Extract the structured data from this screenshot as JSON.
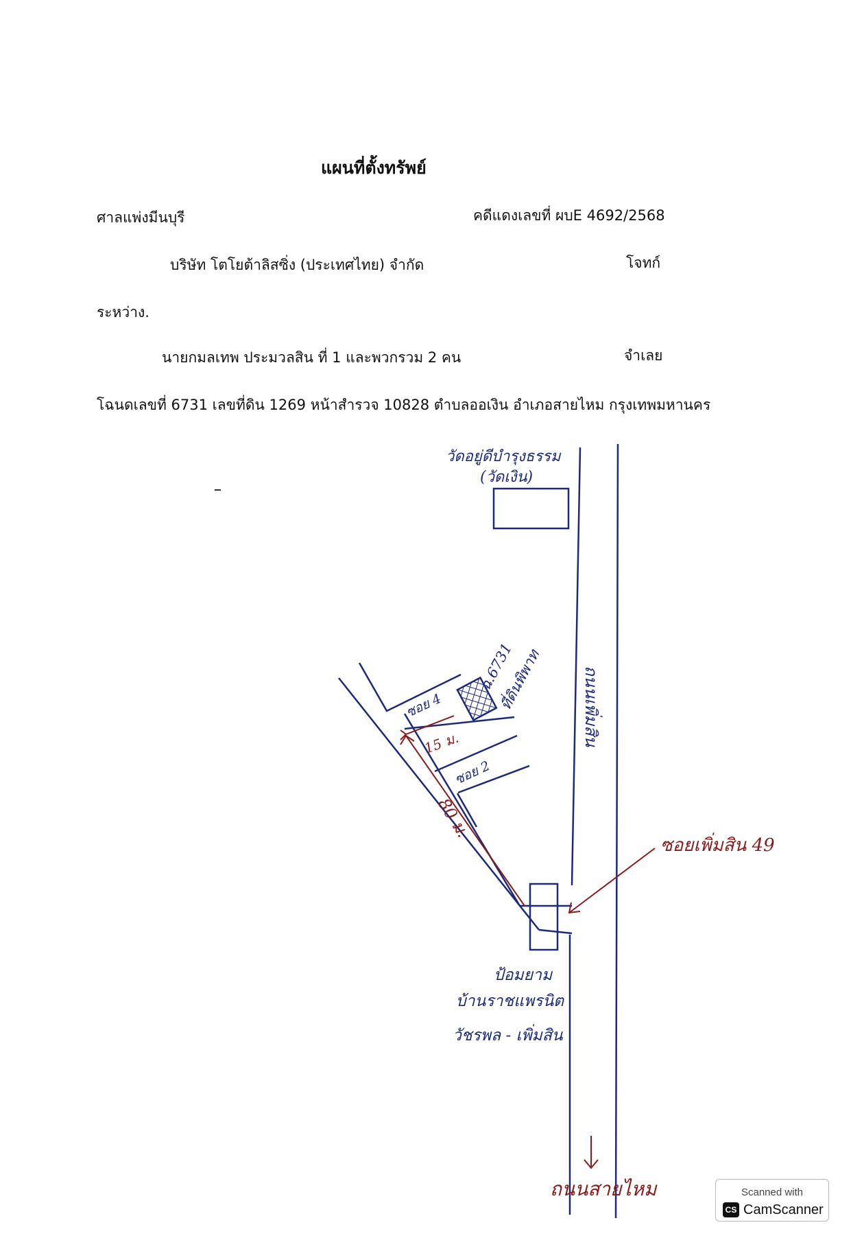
{
  "document": {
    "title": "แผนที่ตั้งทรัพย์",
    "court": "ศาลแพ่งมีนบุรี",
    "case_number": "คดีแดงเลขที่  ผบE 4692/2568",
    "plaintiff_name": "บริษัท โตโยต้าลิสซิ่ง (ประเทศไทย) จำกัด",
    "plaintiff_role": "โจทก์",
    "between": "ระหว่าง.",
    "defendant_name": "นายกมลเทพ ประมวลสิน  ที่ 1  และพวกรวม  2 คน",
    "defendant_role": "จำเลย",
    "deed_info": "โฉนดเลขที่ 6731  เลขที่ดิน  1269  หน้าสำรวจ  10828   ตำบลออเงิน  อำเภอสายไหม  กรุงเทพมหานคร"
  },
  "map_labels": {
    "temple": "วัดอยู่ดีบำรุงธรรม",
    "temple_sub": "(วัดเงิน)",
    "road": "ถนนเพิ่มสิน",
    "parcel": "ฉ.6731",
    "parcel_sub": "ที่ดินพิพาท",
    "soi_upper": "ซอย 4",
    "soi_lower": "ซอย 2",
    "distance_short": "15 ม.",
    "distance_long": "80 ม.",
    "soi_main": "ซอยเพิ่มสิน 49",
    "landmark_1": "ป้อมยาม",
    "landmark_2": "บ้านราชแพรนิต",
    "landmark_3": "วัชรพล - เพิ่มสิน",
    "direction": "ถนนสายไหม"
  },
  "footer": {
    "scanned_with": "Scanned with",
    "logo": "CS",
    "brand": "CamScanner"
  },
  "colors": {
    "ink_blue": "#1c2a7a",
    "ink_red": "#8b1a1a",
    "text": "#111111"
  }
}
